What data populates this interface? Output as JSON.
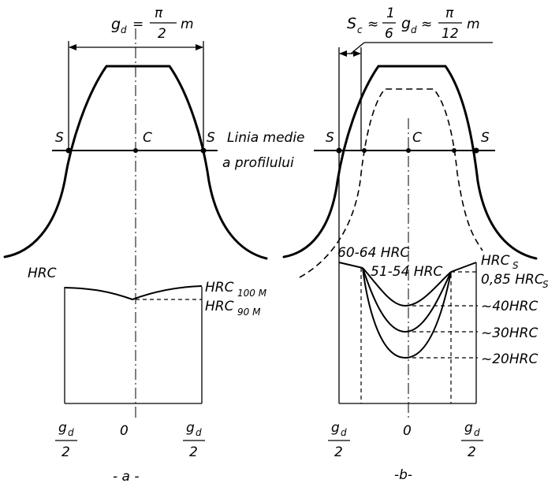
{
  "panel_a": {
    "gd_label": "g",
    "gd_sub": "d",
    "gd_eq": "=",
    "gd_num": "π",
    "gd_den": "2",
    "gd_m": "m",
    "point_s": "S",
    "point_c": "C",
    "hrc": "HRC",
    "hrc100": "HRC",
    "hrc100_sub": "100 M",
    "hrc90": "HRC",
    "hrc90_sub": "90 M",
    "axis_left_num": "g",
    "axis_left_sub": "d",
    "axis_left_den": "2",
    "axis_zero": "0",
    "axis_right_num": "g",
    "axis_right_sub": "d",
    "axis_right_den": "2",
    "caption": "- a -"
  },
  "panel_b": {
    "sc": "S",
    "sc_sub": "c",
    "approx1": "≈",
    "frac1_num": "1",
    "frac1_den": "6",
    "gd": "g",
    "gd_sub": "d",
    "approx2": "≈",
    "frac2_num": "π",
    "frac2_den": "12",
    "m": "m",
    "point_s": "S",
    "point_c": "C",
    "linia_medie": "Linia medie",
    "a_profilului": "a profilului",
    "hrc_60_64": "60-64 HRC",
    "hrc_51_54": "51-54 HRC",
    "hrcs": "HRC",
    "hrcs_sub": "S",
    "hrc_085": "0,85 HRC",
    "hrc_085_sub": "S",
    "hrc_40": "~40HRC",
    "hrc_30": "~30HRC",
    "hrc_20": "~20HRC",
    "axis_left_num": "g",
    "axis_left_sub": "d",
    "axis_left_den": "2",
    "axis_zero": "0",
    "axis_right_num": "g",
    "axis_right_sub": "d",
    "axis_right_den": "2",
    "caption": "-b-"
  }
}
